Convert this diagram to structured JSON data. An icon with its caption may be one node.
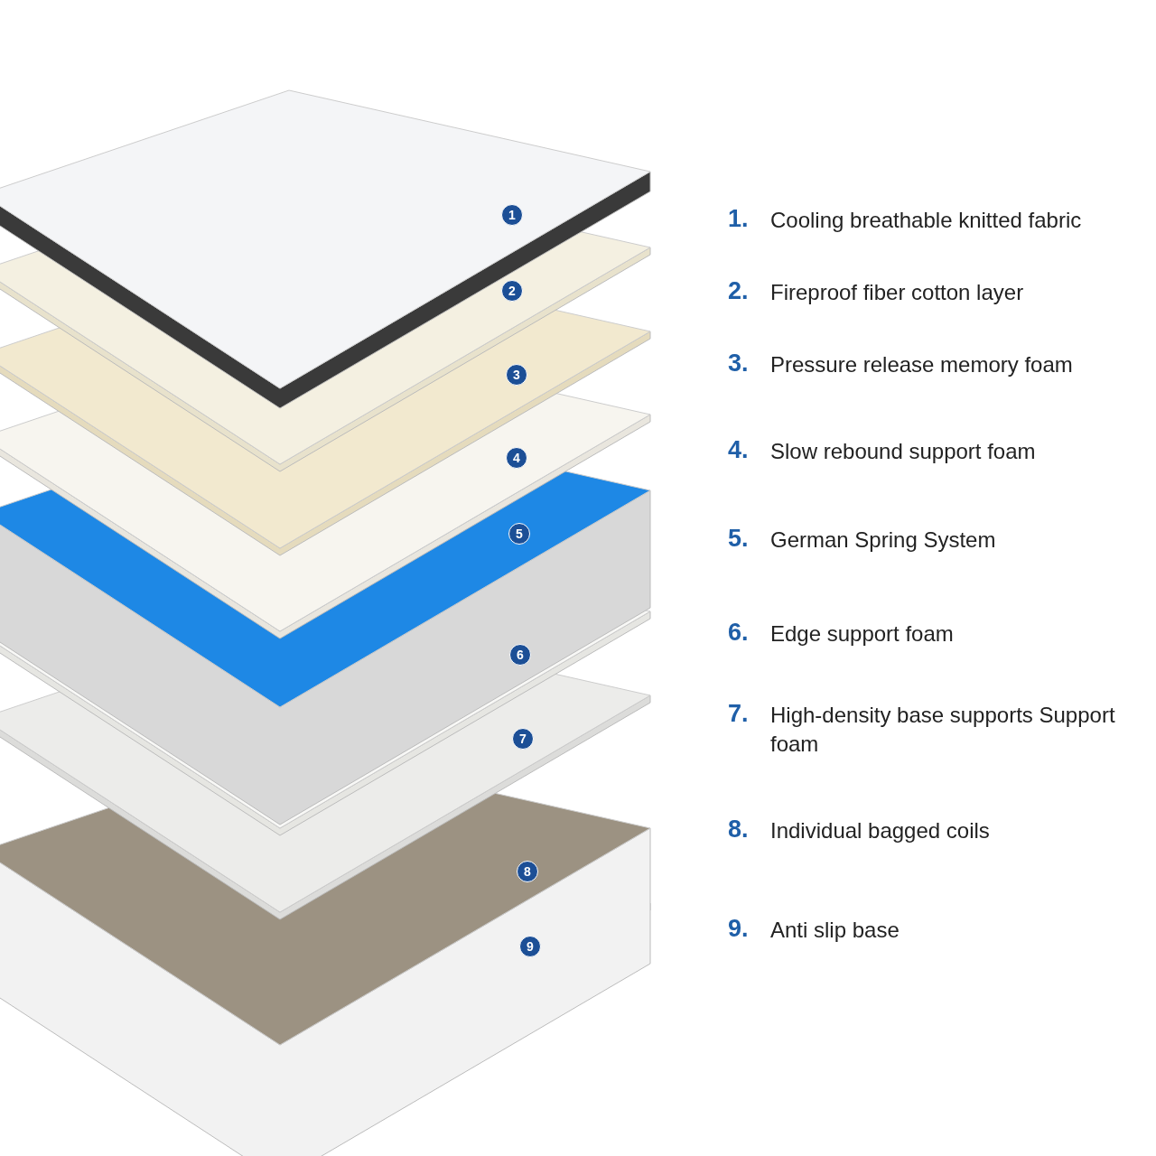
{
  "diagram": {
    "labels": [
      "1",
      "2",
      "3",
      "4",
      "5",
      "6",
      "7",
      "8",
      "9",
      "1.",
      "Cooling breathable knitted fabric",
      "2.",
      "Fireproof fiber cotton layer",
      "3.",
      "Pressure release memory foam",
      "4.",
      "Slow rebound support foam",
      "5.",
      "German Spring System",
      "6.",
      "Edge support foam",
      "7.",
      "High-density base supports Support foam",
      "8.",
      "Individual bagged coils",
      "9.",
      "Anti slip base"
    ]
  }
}
